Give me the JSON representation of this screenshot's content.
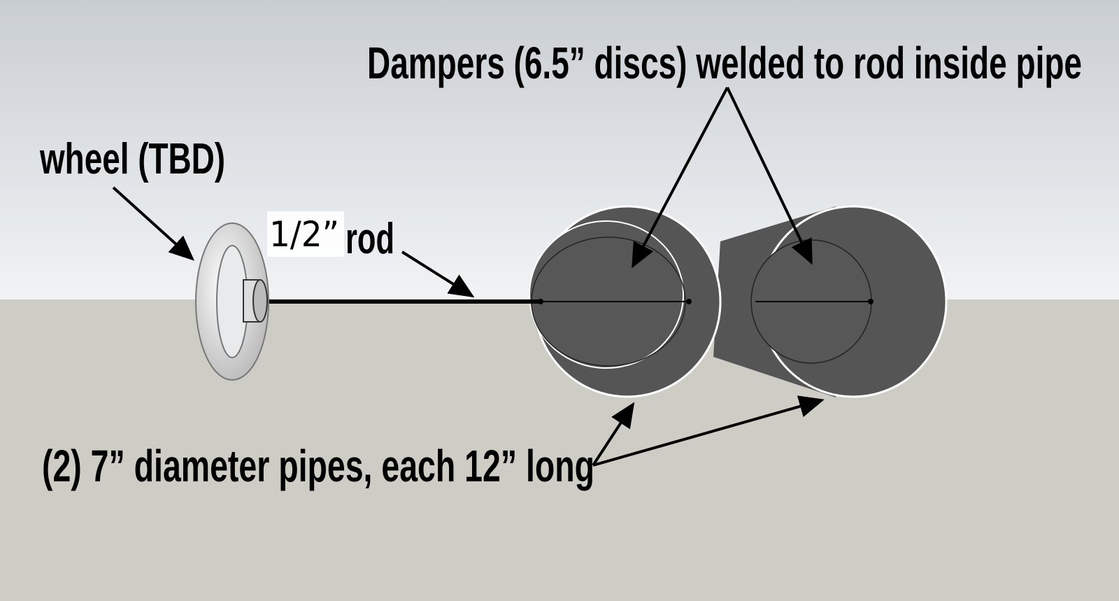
{
  "labels": {
    "dampers": "Dampers (6.5” discs) welded to rod inside pipe",
    "wheel": "wheel (TBD)",
    "rod_size": "1/2”",
    "rod": "rod",
    "pipes": "(2) 7” diameter pipes, each 12” long"
  },
  "colors": {
    "sky_top": "#c9ced3",
    "sky_bottom": "#f1f3f5",
    "ground": "#cdcdc6",
    "pipe": "#555555"
  }
}
